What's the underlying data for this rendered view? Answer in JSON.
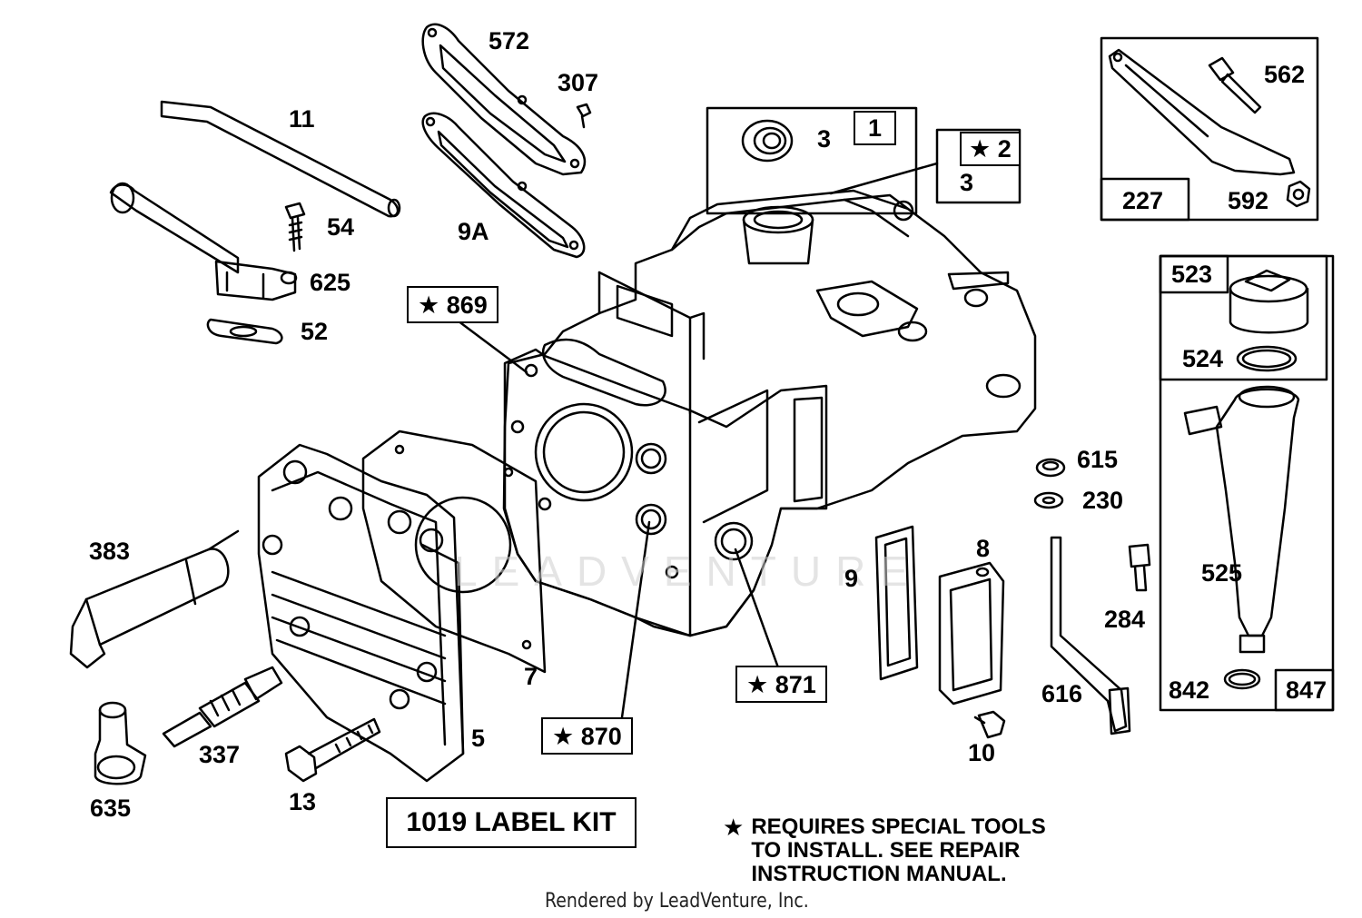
{
  "diagram": {
    "watermark": "LEADVENTURE",
    "callouts": {
      "c572": "572",
      "c307": "307",
      "c11": "11",
      "c54": "54",
      "c9A": "9A",
      "c625": "625",
      "c52": "52",
      "c3a": "3",
      "c3b": "3",
      "c383": "383",
      "c7": "7",
      "c5": "5",
      "c337": "337",
      "c13": "13",
      "c635": "635",
      "c615": "615",
      "c230": "230",
      "c8": "8",
      "c9": "9",
      "c284": "284",
      "c616": "616",
      "c10": "10",
      "c562": "562",
      "c592": "592",
      "c524": "524",
      "c525": "525",
      "c842": "842"
    },
    "boxed_labels": {
      "b1": "1",
      "b2": "★ 2",
      "b869": "★ 869",
      "b871": "★ 871",
      "b870": "★ 870",
      "b227": "227",
      "b523": "523",
      "b847": "847"
    },
    "label_kit": "1019 LABEL KIT",
    "note": {
      "star": "★",
      "line1": "REQUIRES SPECIAL TOOLS",
      "line2": "TO INSTALL.  SEE REPAIR",
      "line3": "INSTRUCTION MANUAL."
    },
    "credit": "Rendered by LeadVenture, Inc."
  }
}
